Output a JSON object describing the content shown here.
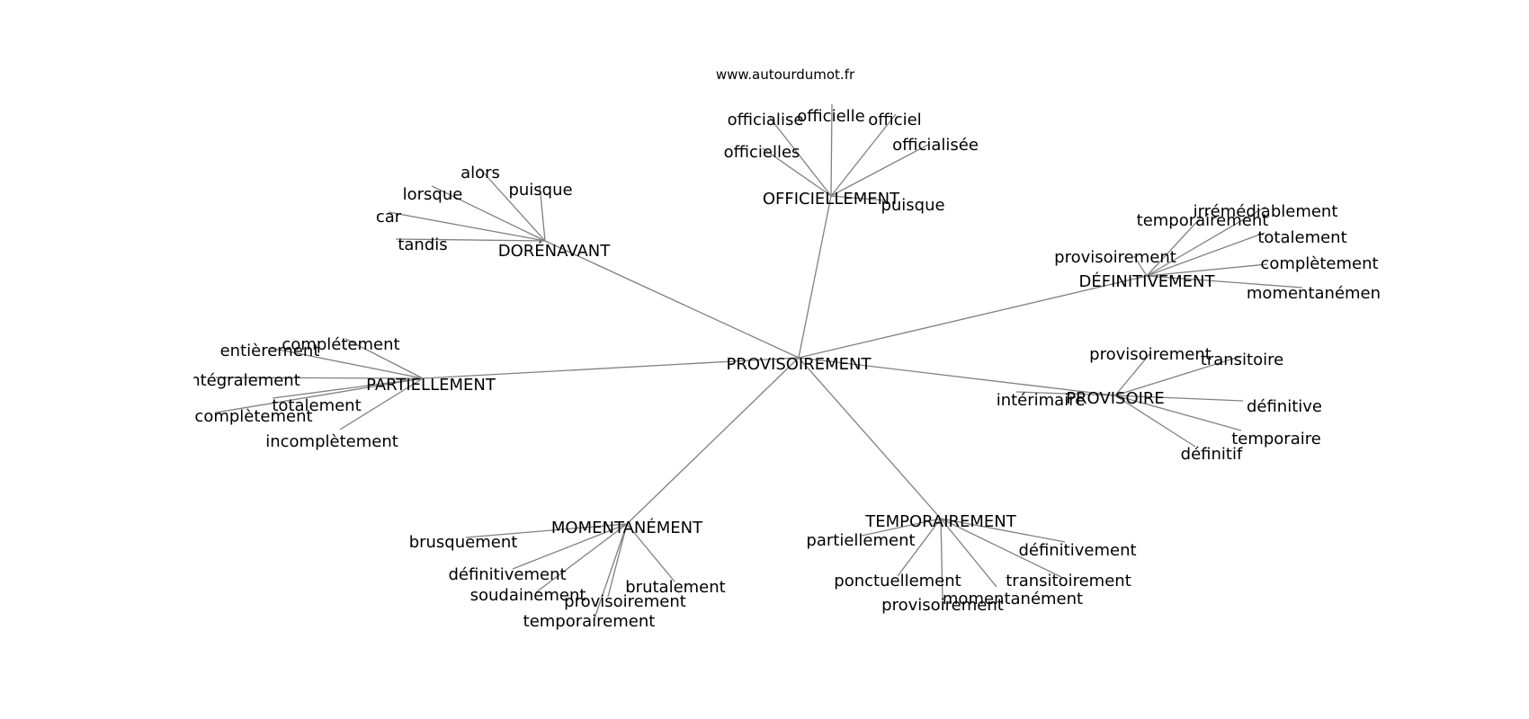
{
  "site": "www.autourdumot.fr",
  "colors": {
    "edge": "#808080",
    "text": "#000000",
    "background": "#ffffff"
  },
  "root": "PROVISOIREMENT",
  "clusters": [
    {
      "hub": "OFFICIELLEMENT",
      "leaves": [
        "officialise",
        "officielle",
        "officiel",
        "officialisée",
        "officielles",
        "puisque"
      ]
    },
    {
      "hub": "DORÉNAVANT",
      "leaves": [
        "alors",
        "puisque",
        "lorsque",
        "car",
        "tandis"
      ]
    },
    {
      "hub": "DÉFINITIVEMENT",
      "leaves": [
        "irrémédiablement",
        "temporairement",
        "totalement",
        "provisoirement",
        "complètement",
        "momentanément"
      ]
    },
    {
      "hub": "PARTIELLEMENT",
      "leaves": [
        "complétement",
        "entièrement",
        "intégralement",
        "totalement",
        "complètement",
        "incomplètement"
      ]
    },
    {
      "hub": "PROVISOIRE",
      "leaves": [
        "provisoirement",
        "transitoire",
        "intérimaire",
        "définitive",
        "temporaire",
        "définitif"
      ]
    },
    {
      "hub": "MOMENTANÉMENT",
      "leaves": [
        "brusquement",
        "définitivement",
        "soudainement",
        "provisoirement",
        "brutalement",
        "temporairement"
      ]
    },
    {
      "hub": "TEMPORAIREMENT",
      "leaves": [
        "partiellement",
        "définitivement",
        "ponctuellement",
        "transitoirement",
        "provisoirement",
        "momentanément"
      ]
    }
  ]
}
